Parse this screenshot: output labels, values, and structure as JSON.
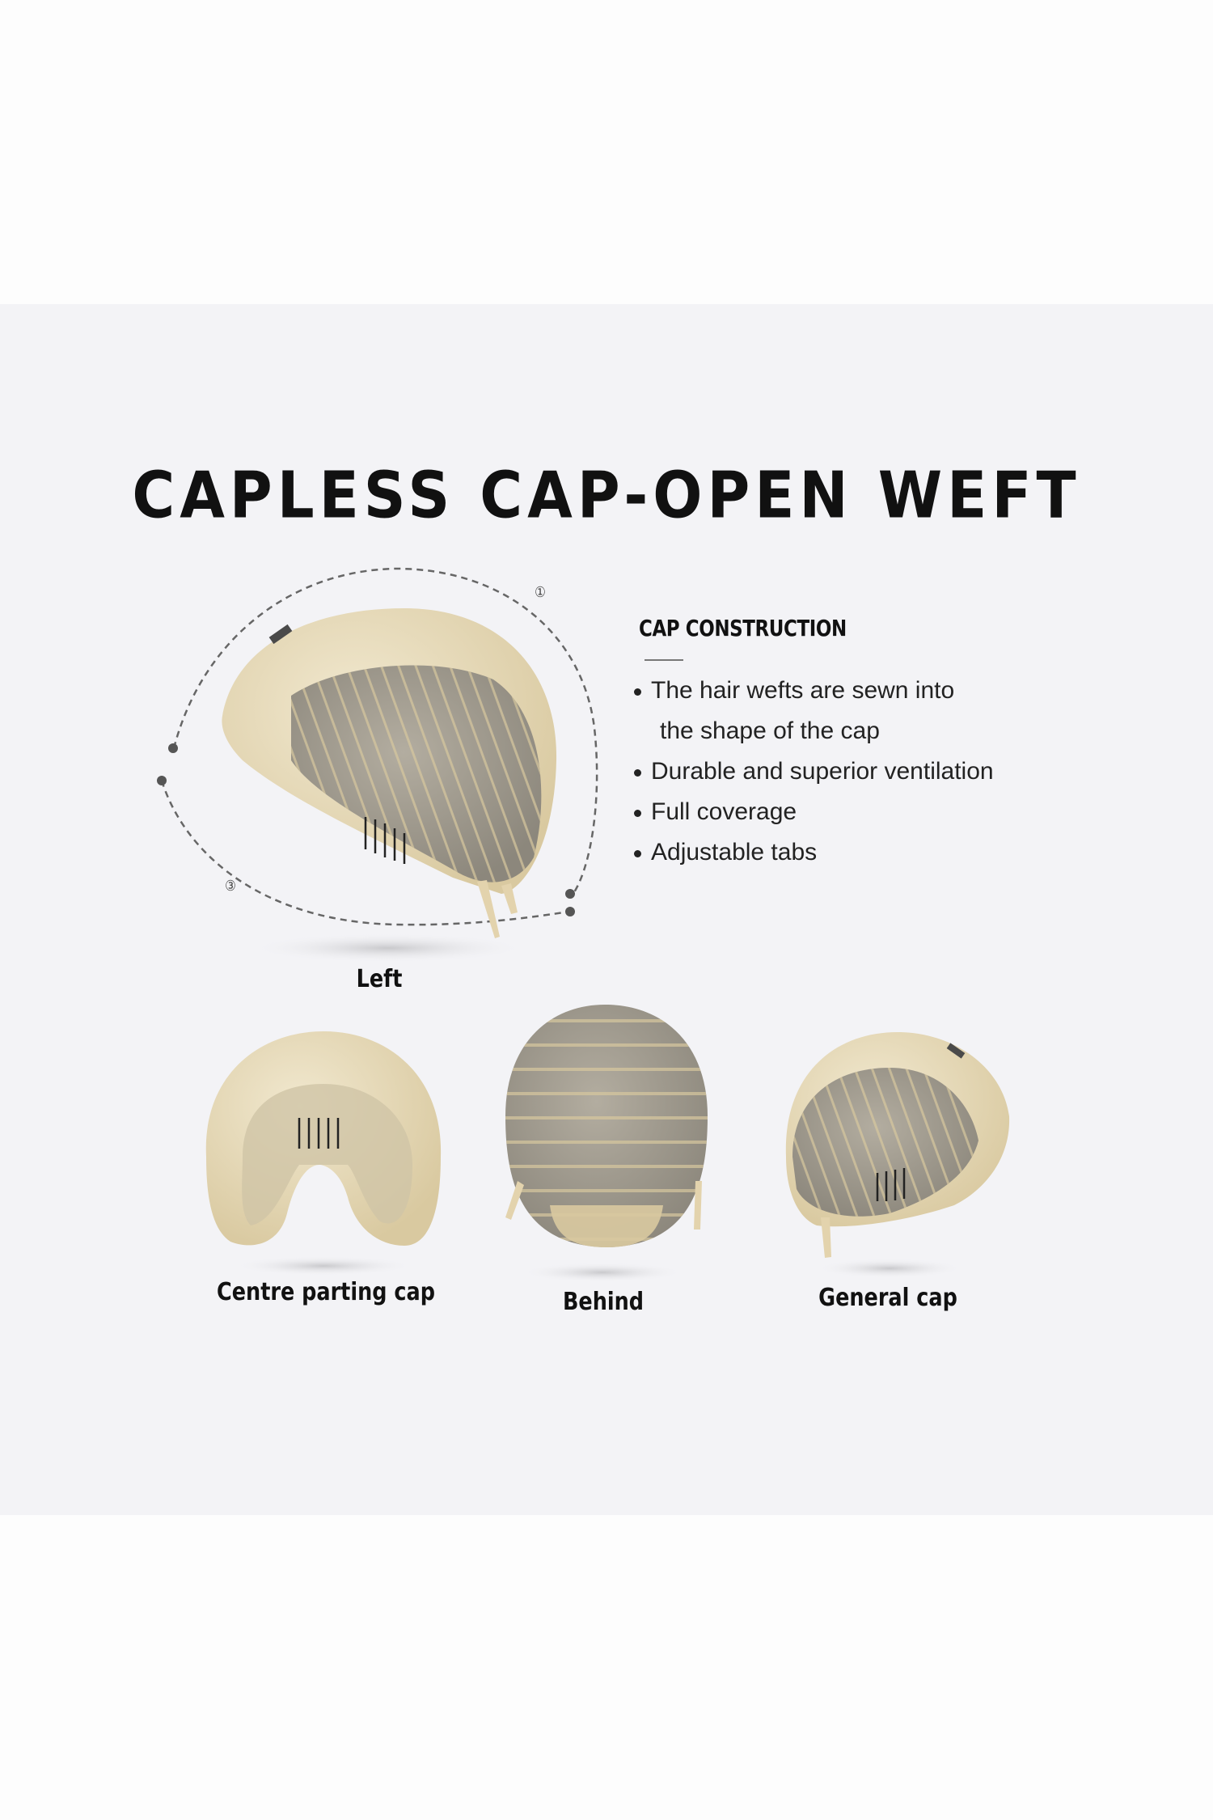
{
  "title": "CAPLESS CAP-OPEN WEFT",
  "construction": {
    "heading": "CAP CONSTRUCTION",
    "bullets": [
      "The hair wefts are sewn into",
      "the shape of the cap",
      "Durable and superior ventilation",
      "Full coverage",
      "Adjustable tabs"
    ]
  },
  "callouts": {
    "one": "①",
    "three": "③"
  },
  "views": {
    "left": "Left",
    "centre": "Centre parting cap",
    "behind": "Behind",
    "general": "General cap"
  },
  "colors": {
    "panel": "#f3f3f6",
    "lace": "#e8dcbc",
    "mesh": "#9c978c",
    "text": "#111111"
  }
}
